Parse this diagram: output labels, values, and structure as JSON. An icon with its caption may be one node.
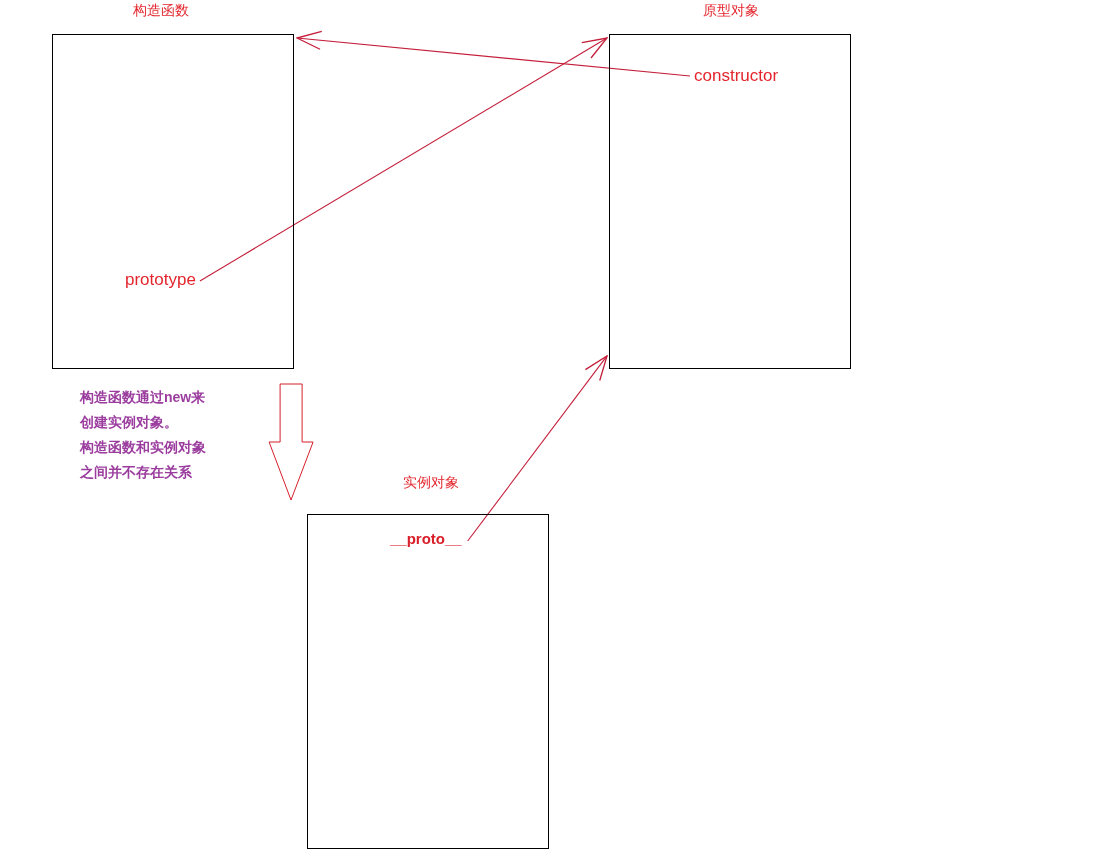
{
  "diagram": {
    "nodes": [
      {
        "text": [
          "构造函数"
        ]
      },
      {
        "text": [
          "prototype"
        ],
        "in": 0
      },
      {
        "text": [
          "原型对象"
        ]
      },
      {
        "text": [
          "constructor"
        ],
        "in": 2
      },
      {
        "text": [
          "实例对象"
        ]
      },
      {
        "text": [
          "__proto__"
        ],
        "in": 4
      }
    ],
    "edges": [
      {
        "from": 1,
        "to": 2,
        "arrow": "to"
      },
      {
        "from": 3,
        "to": 0,
        "arrow": "to"
      },
      {
        "from": 5,
        "to": 2,
        "arrow": "to"
      },
      {
        "from": 0,
        "to": 4,
        "arrow": "to"
      }
    ],
    "labels": [
      "构造函数通过new来创建实例对象。",
      "构造函数和实例对象之间并不存在关系"
    ]
  }
}
